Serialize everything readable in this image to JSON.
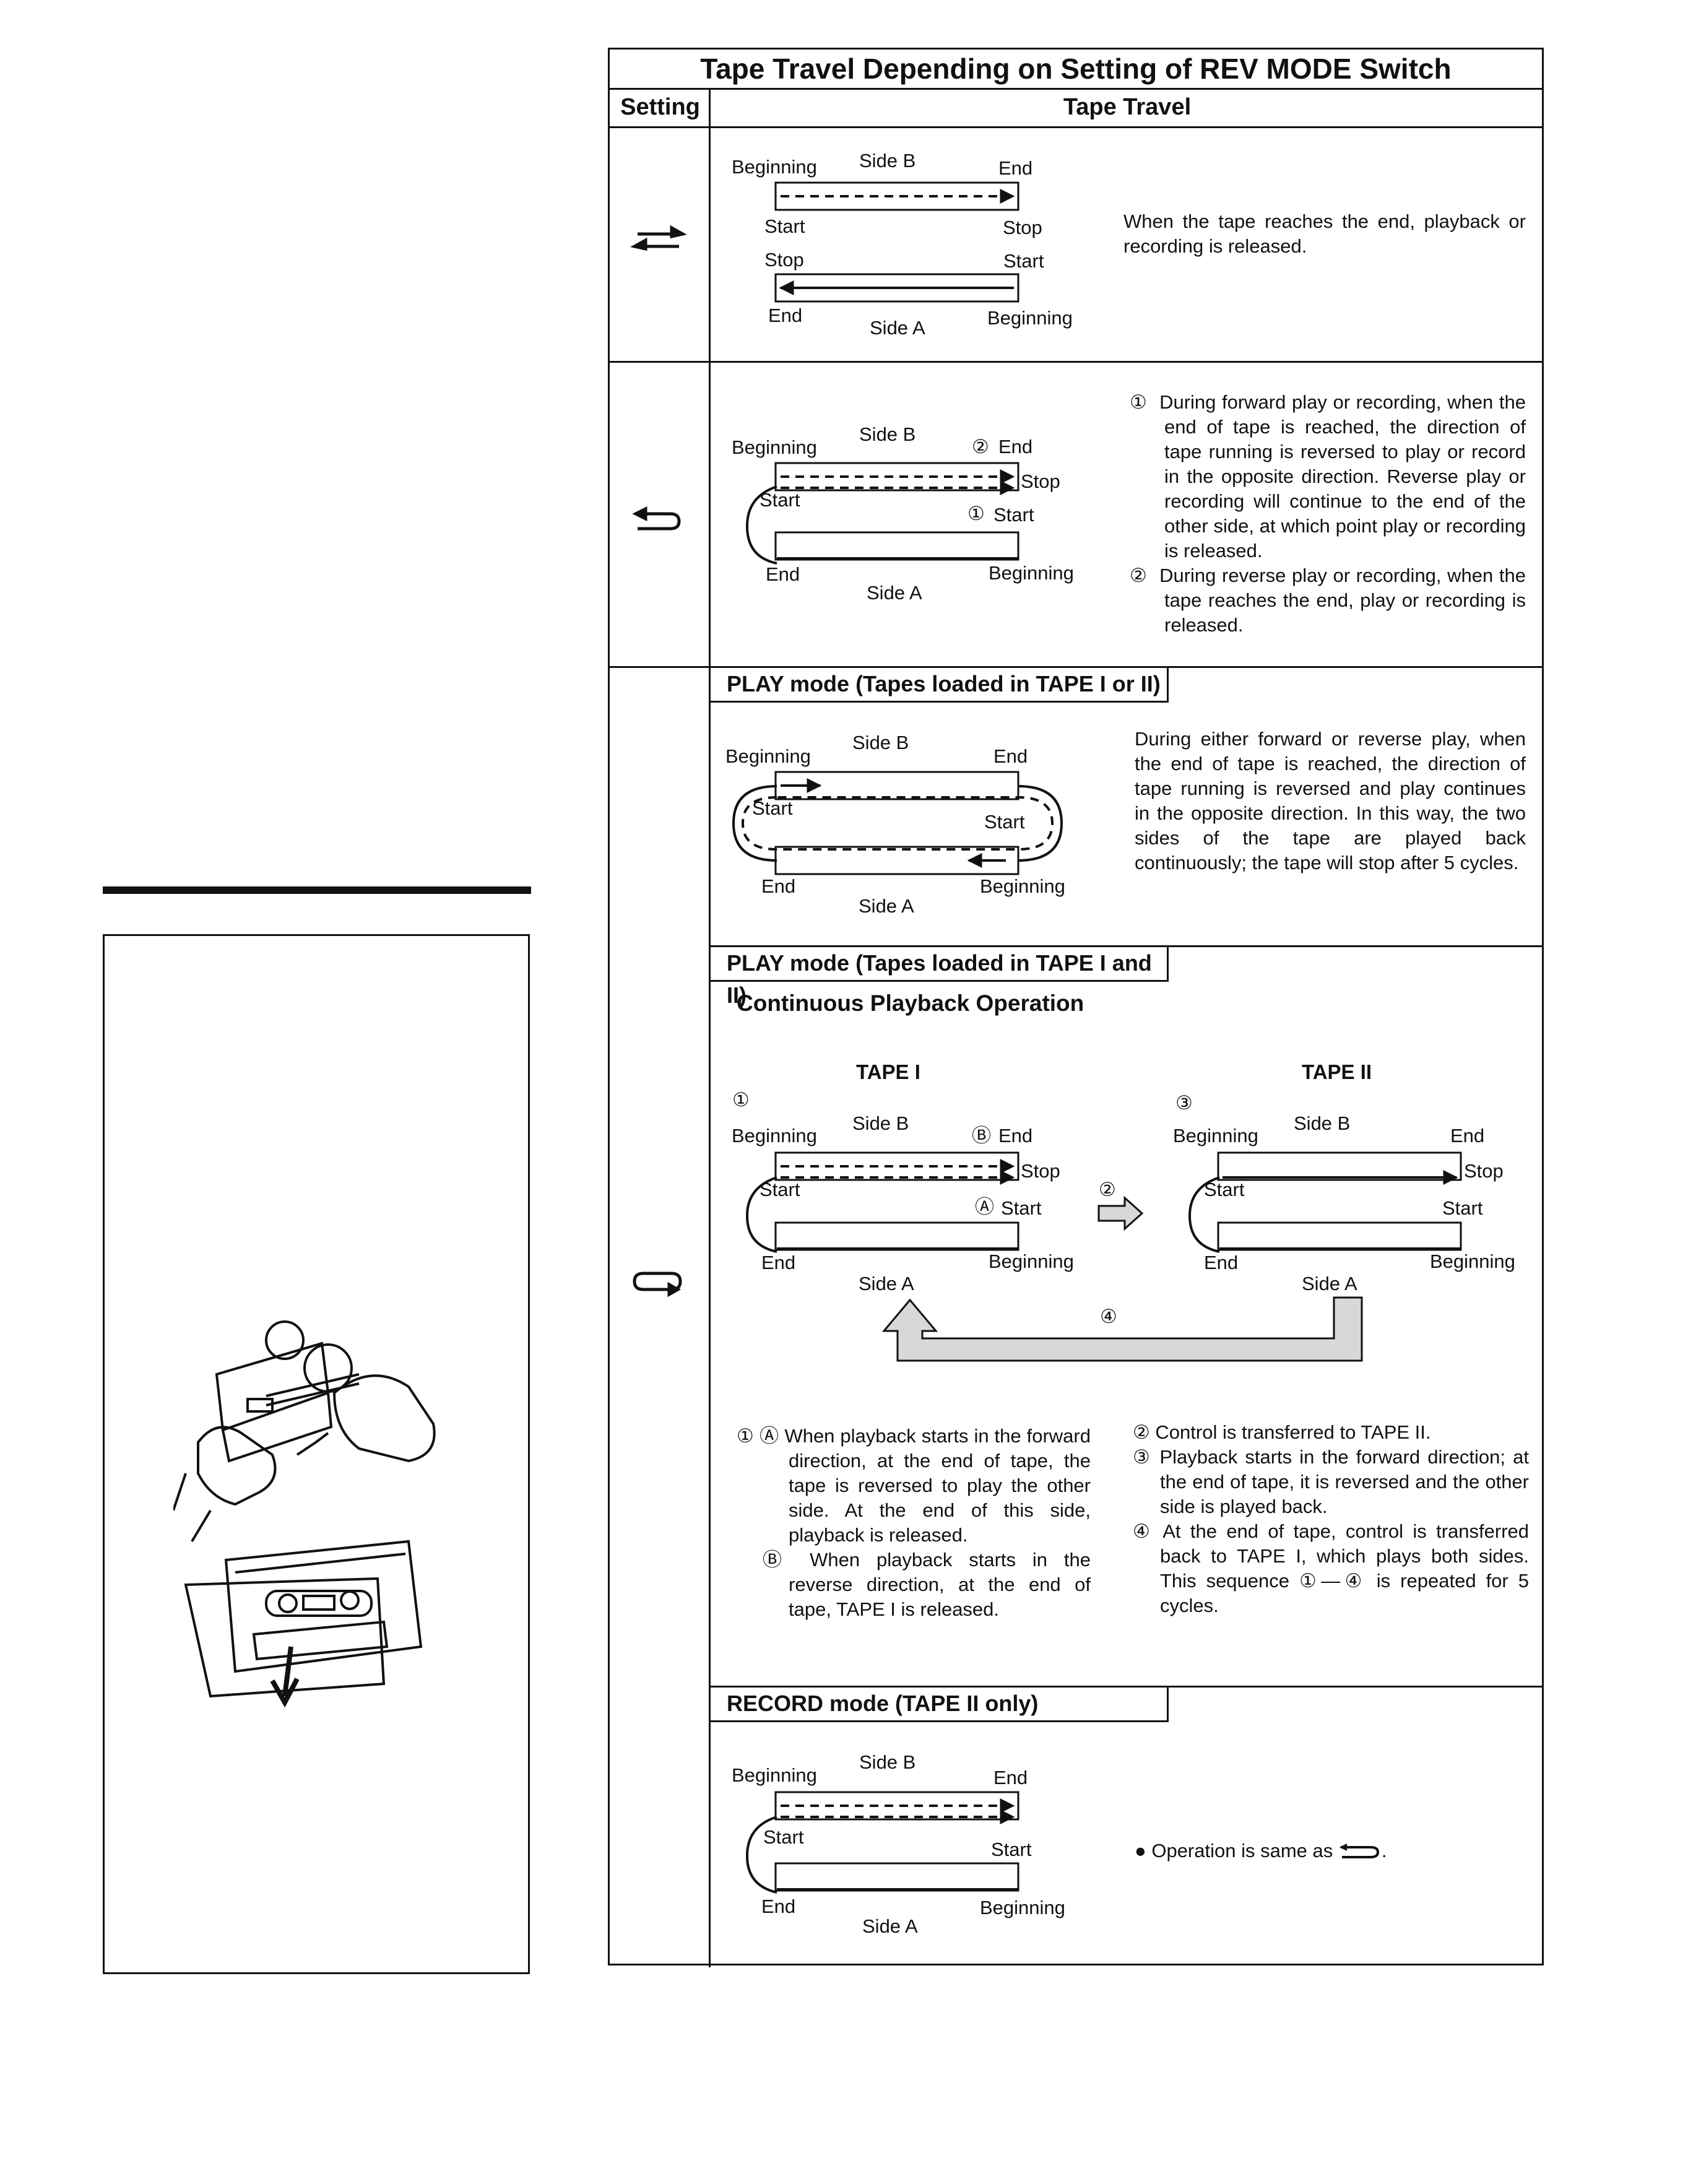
{
  "table": {
    "title": "Tape Travel Depending on Setting of REV MODE Switch",
    "header_setting": "Setting",
    "header_travel": "Tape Travel"
  },
  "labels": {
    "beginning": "Beginning",
    "end": "End",
    "side_b": "Side B",
    "side_a": "Side A",
    "start": "Start",
    "stop": "Stop",
    "c1": "①",
    "c2": "②",
    "c3": "③",
    "c4": "④",
    "ca": "Ⓐ",
    "cb": "Ⓑ",
    "tape1": "TAPE I",
    "tape2": "TAPE II"
  },
  "rows": {
    "oneway": {
      "icon": "one-way-mode-icon",
      "desc": "When the tape reaches the end, playback or recording is released."
    },
    "single_reverse": {
      "icon": "single-reverse-mode-icon",
      "item1_num": "①",
      "item1": "During forward play or recording, when the end of tape is reached, the direction of tape running is reversed to play or record in the opposite direction. Reverse play or recording will continue to the end of the other side, at which point play or recording is released.",
      "item2_num": "②",
      "item2": "During reverse play or recording, when the tape reaches the end, play or recording is released."
    },
    "continuous": {
      "icon": "continuous-mode-icon",
      "play1_title": "PLAY mode (Tapes loaded in TAPE I or II)",
      "play1_desc": "During either forward or reverse play, when the end of tape is reached, the direction of tape running is reversed and play continues in the opposite direction. In this way, the two sides of the tape are played back continuously; the tape will stop after 5 cycles.",
      "play2_title": "PLAY mode (Tapes loaded in TAPE I and II)",
      "play2_sub": "Continuous Playback Operation",
      "notes_left": [
        {
          "num": "① Ⓐ",
          "text": "When playback starts in the forward direction, at the end of tape, the tape is reversed to play the other side. At the end of this side, playback is released."
        },
        {
          "num": "Ⓑ",
          "text": "When playback starts in the reverse direction, at the end of tape, TAPE I is released."
        }
      ],
      "notes_right": [
        {
          "num": "②",
          "text": "Control is transferred to TAPE II."
        },
        {
          "num": "③",
          "text": "Playback starts in the forward direction; at the end of tape, it is reversed and the other side is played back."
        },
        {
          "num": "④",
          "text": "At the end of tape, control is transferred back to TAPE I, which plays both sides. This sequence ①—④ is repeated for 5 cycles."
        }
      ],
      "record_title": "RECORD mode (TAPE II only)",
      "record_bullet": "● Operation is same as",
      "record_end": "."
    }
  },
  "illustrations": {
    "top": "cassette-tape-slack-icon",
    "bottom": "cassette-eject-icon"
  }
}
